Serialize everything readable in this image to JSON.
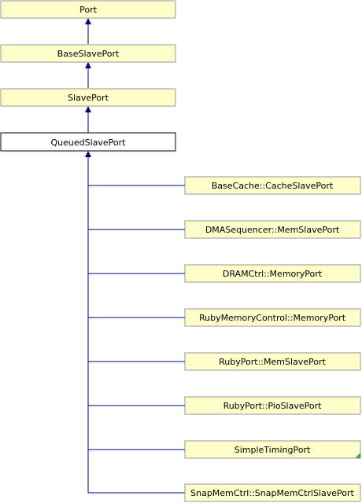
{
  "nodes": {
    "port": "Port",
    "base_slave_port": "BaseSlavePort",
    "slave_port": "SlavePort",
    "queued_slave_port": "QueuedSlavePort",
    "children": [
      "BaseCache::CacheSlavePort",
      "DMASequencer::MemSlavePort",
      "DRAMCtrl::MemoryPort",
      "RubyMemoryControl::MemoryPort",
      "RubyPort::MemSlavePort",
      "RubyPort::PioSlavePort",
      "SimpleTimingPort",
      "SnapMemCtrl::SnapMemCtrlSlavePort"
    ]
  },
  "colors": {
    "node_fill": "#ffffcc",
    "node_border": "#999999",
    "current_fill": "#ffffff",
    "current_border": "#000000",
    "edge": "#000080"
  }
}
